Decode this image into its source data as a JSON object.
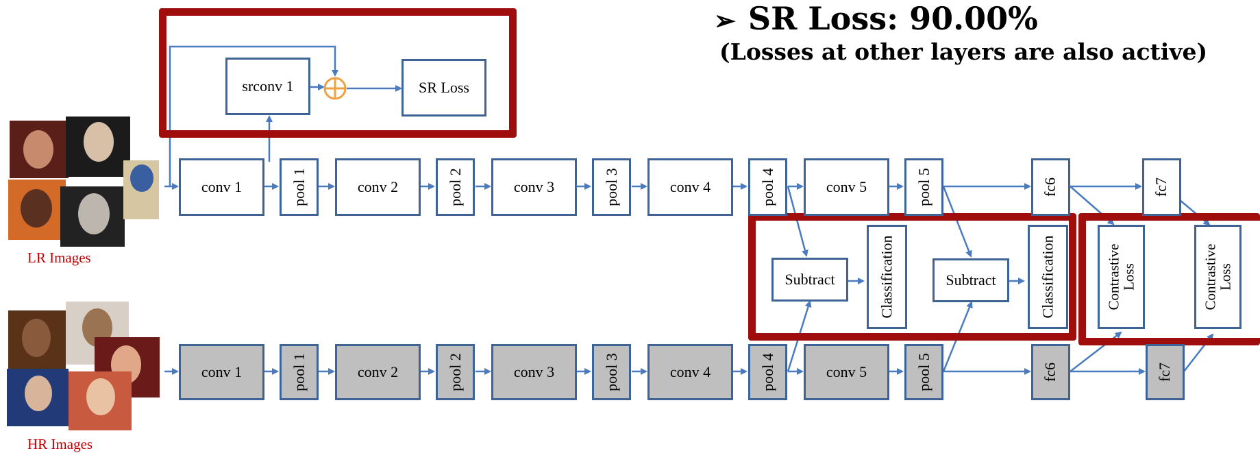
{
  "header": {
    "bullet_arrow": "➢",
    "title": "SR Loss: 90.00%",
    "subtitle": "(Losses at other layers are also active)"
  },
  "sr_branch": {
    "srconv_label": "srconv 1",
    "loss_label": "SR Loss"
  },
  "lr_row": {
    "caption": "LR Images",
    "conv1": "conv 1",
    "pool1": "pool 1",
    "conv2": "conv 2",
    "pool2": "pool 2",
    "conv3": "conv 3",
    "pool3": "pool 3",
    "conv4": "conv 4",
    "pool4": "pool 4",
    "conv5": "conv 5",
    "pool5": "pool 5",
    "fc6": "fc6",
    "fc7": "fc7"
  },
  "hr_row": {
    "caption": "HR Images",
    "conv1": "conv 1",
    "pool1": "pool 1",
    "conv2": "conv 2",
    "pool2": "pool 2",
    "conv3": "conv 3",
    "pool3": "pool 3",
    "conv4": "conv 4",
    "pool4": "pool 4",
    "conv5": "conv 5",
    "pool5": "pool 5",
    "fc6": "fc6",
    "fc7": "fc7"
  },
  "middle": {
    "subtract1": "Subtract",
    "classification1": "Classification",
    "subtract2": "Subtract",
    "classification2": "Classification",
    "contrastive1_line1": "Contrastive",
    "contrastive1_line2": "Loss",
    "contrastive2_line1": "Contrastive",
    "contrastive2_line2": "Loss"
  },
  "colors": {
    "box_border": "#3e6496",
    "arrow": "#4a7bbf",
    "highlight_frame": "#a00d0d",
    "hr_box_fill": "#bfbfbf",
    "caption": "#c00000",
    "sum_node": "#f0a040"
  }
}
